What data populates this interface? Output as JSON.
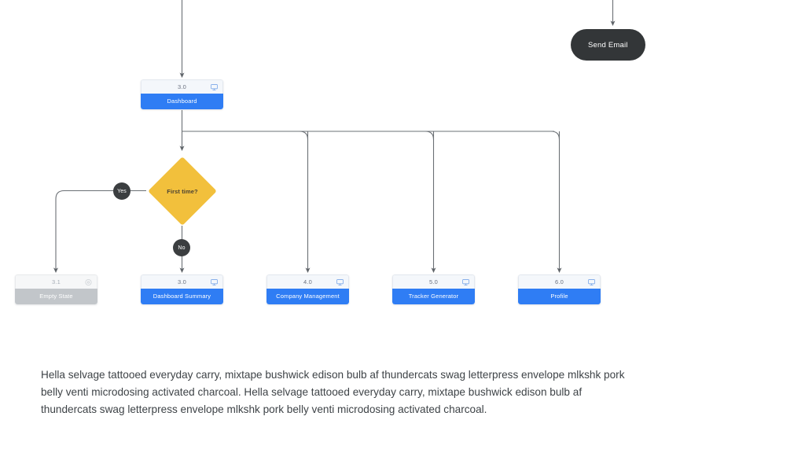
{
  "diagram": {
    "type": "flowchart",
    "terminator": {
      "label": "Send Email",
      "icon": "rounded-pill-terminator"
    },
    "decision": {
      "label": "First time?",
      "color": "#f2c03c",
      "branches": [
        {
          "label": "Yes",
          "target": "Empty State"
        },
        {
          "label": "No",
          "target": "Dashboard Summary"
        }
      ]
    },
    "root": {
      "number": "3.0",
      "label": "Dashboard",
      "icon": "screen-icon",
      "color": "#2f7df4"
    },
    "nodes": [
      {
        "number": "3.1",
        "label": "Empty State",
        "icon": "circle-icon",
        "state": "muted",
        "color": "#c2c6ca"
      },
      {
        "number": "3.0",
        "label": "Dashboard Summary",
        "icon": "screen-icon",
        "state": "active",
        "color": "#2f7df4"
      },
      {
        "number": "4.0",
        "label": "Company Management",
        "icon": "screen-icon",
        "state": "active",
        "color": "#2f7df4"
      },
      {
        "number": "5.0",
        "label": "Tracker Generator",
        "icon": "screen-icon",
        "state": "active",
        "color": "#2f7df4"
      },
      {
        "number": "6.0",
        "label": "Profile",
        "icon": "screen-icon",
        "state": "active",
        "color": "#2f7df4"
      }
    ],
    "connector_color": "#6b7075"
  },
  "body": {
    "text": "Hella selvage tattooed everyday carry, mixtape bushwick edison bulb af thundercats swag letterpress envelope mlkshk pork belly venti microdosing activated charcoal. Hella selvage tattooed everyday carry, mixtape bushwick edison bulb af thundercats swag letterpress envelope mlkshk pork belly venti microdosing activated charcoal."
  }
}
